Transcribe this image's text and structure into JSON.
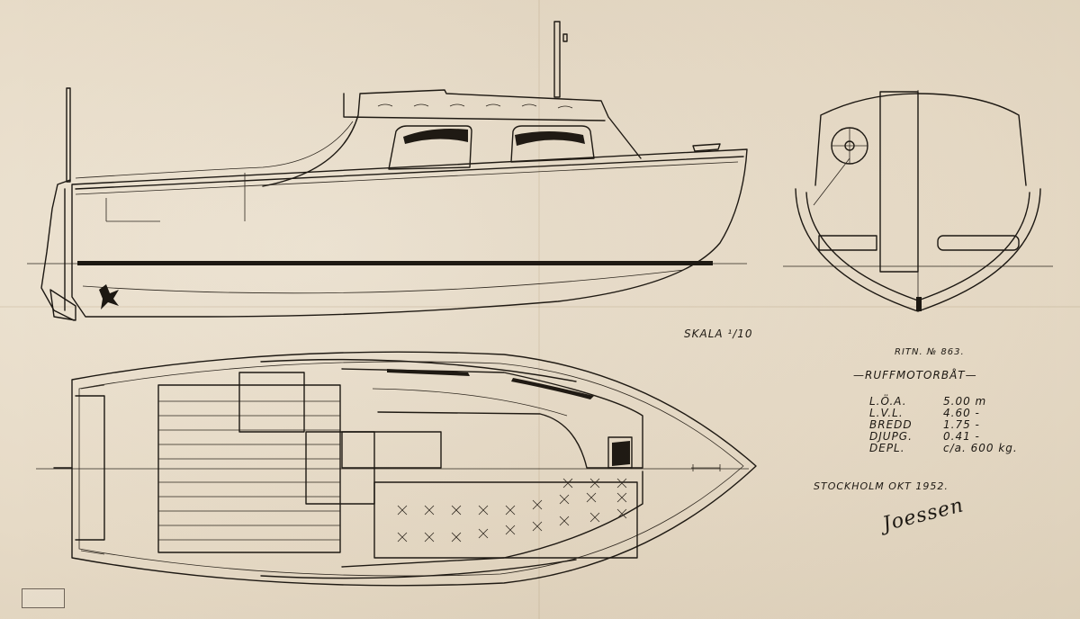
{
  "drawing": {
    "scale_label": "SKALA ¹/10",
    "drawing_number": "RITN. № 863.",
    "title": "RUFFMOTORBÅT",
    "specs": [
      {
        "key": "L.Ö.A.",
        "value": "5.00 m"
      },
      {
        "key": "L.V.L.",
        "value": "4.60 -"
      },
      {
        "key": "BREDD",
        "value": "1.75 -"
      },
      {
        "key": "DJUPG.",
        "value": "0.41 -"
      },
      {
        "key": "DEPL.",
        "value": "c/a. 600 kg."
      }
    ],
    "place_date": "STOCKHOLM OKT 1952.",
    "signature": "Joessen"
  }
}
